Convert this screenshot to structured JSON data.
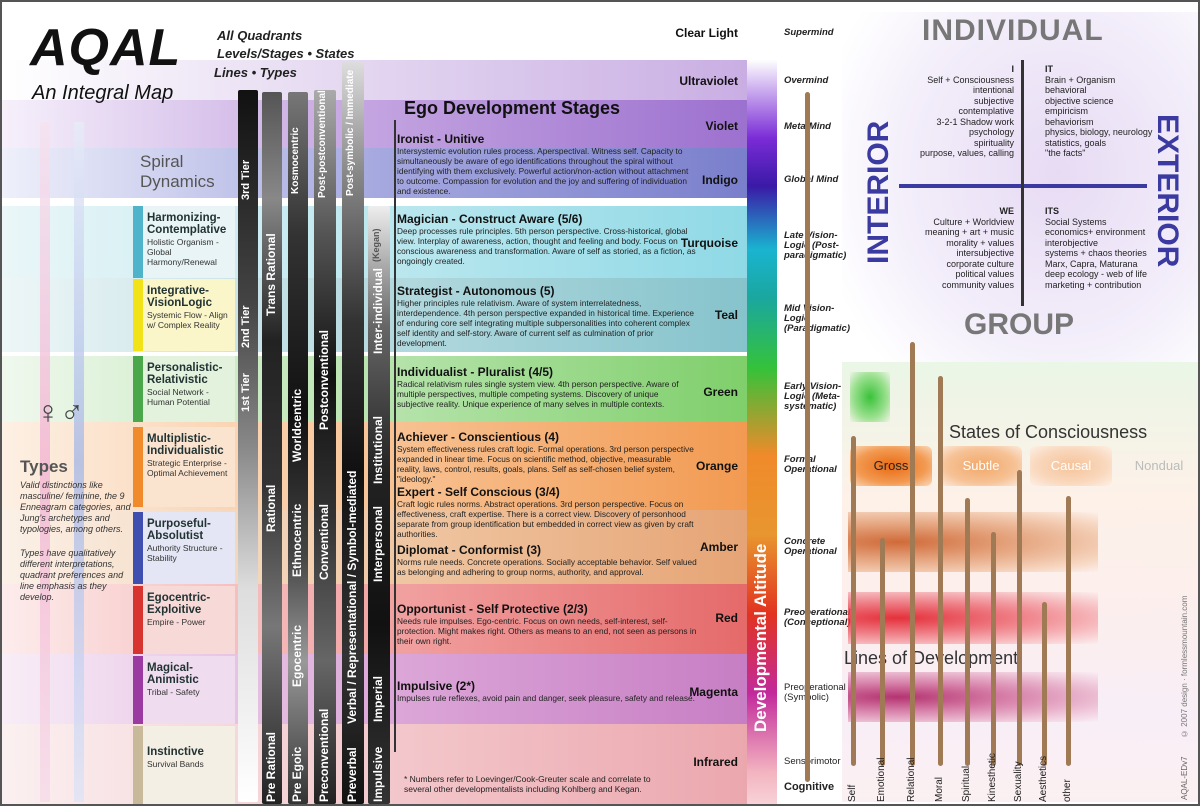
{
  "header": {
    "title": "AQAL",
    "subtitle": "An Integral Map",
    "tag1": "All Quadrants",
    "tag2": "Levels/Stages • States",
    "tag3": "Lines • Types"
  },
  "left_panel": {
    "spiral_dynamics": "Spiral Dynamics",
    "gender_symbols": "♀♂",
    "types_title": "Types",
    "types_text1": "Valid distinctions like masculine/ feminine, the 9 Enneagram categories, and Jung's archetypes and typologies, among others.",
    "types_text2": "Types have qualitatively different interpretations, quadrant preferences and line emphasis as they develop."
  },
  "spiral_levels": [
    {
      "title": "Harmonizing-Contemplative",
      "sub": "Holistic Organism - Global Harmony/Renewal",
      "color": "#4fb3c9"
    },
    {
      "title": "Integrative-VisionLogic",
      "sub": "Systemic Flow - Align w/ Complex Reality",
      "color": "#f2e21a"
    },
    {
      "title": "Personalistic-Relativistic",
      "sub": "Social Network - Human Potential",
      "color": "#4aa84a"
    },
    {
      "title": "Multiplistic-Individualistic",
      "sub": "Strategic Enterprise - Optimal Achievement",
      "color": "#f08a2a"
    },
    {
      "title": "Purposeful-Absolutist",
      "sub": "Authority Structure - Stability",
      "color": "#3f4fb0"
    },
    {
      "title": "Egocentric-Exploitive",
      "sub": "Empire - Power",
      "color": "#d8342f"
    },
    {
      "title": "Magical-Animistic",
      "sub": "Tribal - Safety",
      "color": "#9b3aa0"
    },
    {
      "title": "Instinctive",
      "sub": "Survival Bands",
      "color": "#c9b99b"
    }
  ],
  "tiers": {
    "third": "3rd Tier",
    "second": "2nd Tier",
    "first": "1st Tier"
  },
  "cognitive_columns": {
    "trans_rational": "Trans Rational",
    "rational": "Rational",
    "pre_rational": "Pre Rational",
    "kosmocentric": "Kosmocentric",
    "worldcentric": "Worldcentric",
    "ethnocentric": "Ethnocentric",
    "egocentric": "Egocentric",
    "pre_egoic": "Pre Egoic",
    "post_postconventional": "Post-postconventional",
    "postconventional": "Postconventional",
    "conventional": "Conventional",
    "preconventional": "Preconventional",
    "post_symbolic": "Post-symbolic / Immediate",
    "verbal": "Verbal / Representational / Symbol-mediated",
    "preverbal": "Preverbal",
    "inter_individual": "Inter-individual",
    "kegan": "(Kegan)",
    "institutional": "Institutional",
    "interpersonal": "Interpersonal",
    "imperial": "Imperial",
    "impulsive": "Impulsive"
  },
  "ego_stages": {
    "heading": "Ego Development Stages",
    "footnote": "* Numbers refer to Loevinger/Cook-Greuter scale and correlate to several other developmentalists including Kohlberg and Kegan.",
    "items": [
      {
        "title": "Ironist - Unitive",
        "desc": "Intersystemic evolution rules process. Aperspectival. Witness self. Capacity to simultaneously be aware of ego identifications throughout the spiral without identifying with them exclusively. Powerful action/non-action without attachment to outcome. Compassion for evolution and the joy and suffering of individuation and existence."
      },
      {
        "title": "Magician - Construct Aware (5/6)",
        "desc": "Deep processes rule principles. 5th person perspective. Cross-historical, global view. Interplay of awareness, action, thought and feeling and body. Focus on conscious awareness and transformation. Aware of self as storied, as a fiction, as ongoingly created."
      },
      {
        "title": "Strategist - Autonomous (5)",
        "desc": "Higher principles rule relativism. Aware of system interrelatedness, interdependence. 4th person perspective expanded in historical time. Experience of enduring core self integrating multiple subpersonalities into coherent complex self identity and self-story. Aware of current self as culmination of prior development."
      },
      {
        "title": "Individualist - Pluralist (4/5)",
        "desc": "Radical relativism rules single system view. 4th person perspective. Aware of multiple perspectives, multiple competing systems. Discovery of unique subjective reality. Unique experience of many selves in multiple contexts."
      },
      {
        "title": "Achiever - Conscientious (4)",
        "desc": "System effectiveness rules craft logic. Formal operations. 3rd person perspective expanded in linear time. Focus on scientific method, objective, measurable reality, laws, control, results, goals, plans. Self as self-chosen belief system, \"ideology.\""
      },
      {
        "title": "Expert - Self Conscious (3/4)",
        "desc": "Craft logic rules norms. Abstract operations. 3rd person perspective. Focus on effectiveness, craft expertise. There is a correct view. Discovery of personhood separate from group identification but embedded in correct view as given by craft authorities."
      },
      {
        "title": "Diplomat - Conformist (3)",
        "desc": "Norms rule needs. Concrete operations. Socially acceptable behavior. Self valued as belonging and adhering to group norms, authority, and approval."
      },
      {
        "title": "Opportunist - Self Protective (2/3)",
        "desc": "Needs rule impulses. Ego-centric. Focus on own needs, self-interest, self-protection. Might makes right. Others as means to an end, not seen as persons in their own right."
      },
      {
        "title": "Impulsive (2*)",
        "desc": "Impulses rule reflexes, avoid pain and danger, seek pleasure, safety and release."
      }
    ]
  },
  "color_levels": [
    "Clear Light",
    "Ultraviolet",
    "Violet",
    "Indigo",
    "Turquoise",
    "Teal",
    "Green",
    "Orange",
    "Amber",
    "Red",
    "Magenta",
    "Infrared"
  ],
  "altitude": {
    "title": "Developmental Altitude",
    "levels": [
      "Supermind",
      "Overmind",
      "Meta-Mind",
      "Global Mind",
      "Late Vision-Logic (Post-paradigmatic)",
      "Mid Vision-Logic (Paradigmatic)",
      "Early Vision-Logic (Meta-systematic)",
      "Formal Operational",
      "Concrete Operational",
      "Preoperational (Conceptional)",
      "Preoperational (Symbolic)",
      "Sensorimotor",
      "Cognitive"
    ]
  },
  "quadrants": {
    "individual": "INDIVIDUAL",
    "group": "GROUP",
    "interior": "INTERIOR",
    "exterior": "EXTERIOR",
    "i_head": "I",
    "i_lines": [
      "Self + Consciousness",
      "intentional",
      "subjective",
      "contemplative",
      "3-2-1 Shadow work",
      "psychology",
      "spirituality",
      "purpose, values, calling"
    ],
    "it_head": "IT",
    "it_lines": [
      "Brain + Organism",
      "behavioral",
      "objective science",
      "empiricism",
      "behaviorism",
      "physics, biology, neurology",
      "statistics, goals",
      "\"the facts\""
    ],
    "we_head": "WE",
    "we_lines": [
      "Culture + Worldview",
      "meaning + art + music",
      "morality + values",
      "intersubjective",
      "corporate culture",
      "political values",
      "community values"
    ],
    "its_head": "ITS",
    "its_lines": [
      "Social Systems",
      "economics+ environment",
      "interobjective",
      "systems + chaos theories",
      "Marx, Capra, Maturana",
      "deep ecology - web of life",
      "marketing + contribution"
    ]
  },
  "states": {
    "title": "States of Consciousness",
    "labels": [
      "Gross",
      "Subtle",
      "Causal",
      "Nondual"
    ]
  },
  "lines": {
    "title": "Lines of Development",
    "labels": [
      "Self",
      "Emotional",
      "Relational",
      "Moral",
      "Spiritual",
      "Kinesthetic",
      "Sexuality",
      "Aesthetics",
      "other"
    ]
  },
  "credits": {
    "version": "AQAL-EDv7",
    "copyright": "© 2007 design · formlessmountain.com"
  }
}
